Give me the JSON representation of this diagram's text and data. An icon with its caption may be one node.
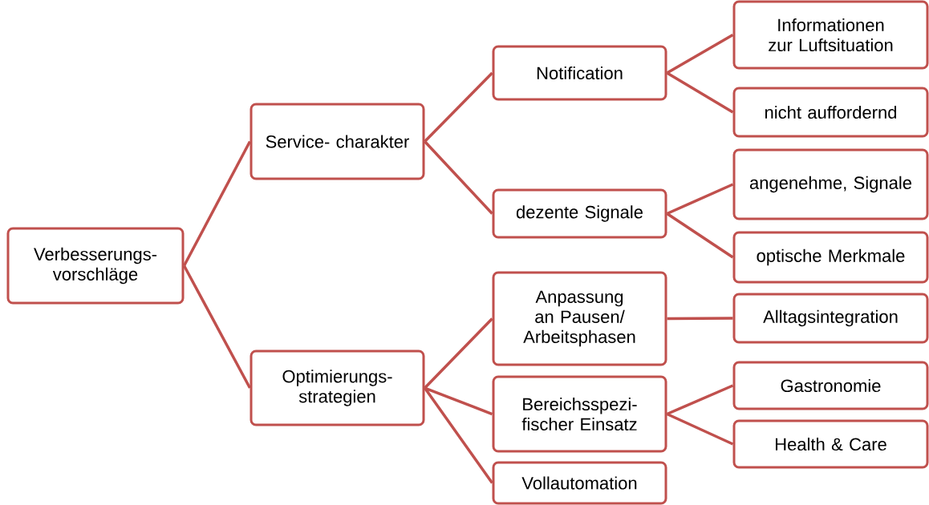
{
  "diagram": {
    "nodes": [
      {
        "text": [
          "Verbesserungs- vorschläge"
        ]
      },
      {
        "text": [
          "Service- charakter"
        ]
      },
      {
        "text": [
          "Optimierungs- strategien"
        ]
      },
      {
        "text": [
          "Notification"
        ]
      },
      {
        "text": [
          "dezente Signale"
        ]
      },
      {
        "text": [
          "Anpassung an Pausen/ Arbeitsphasen"
        ]
      },
      {
        "text": [
          "Bereichsspezi- fischer Einsatz"
        ]
      },
      {
        "text": [
          "Vollautomation"
        ]
      },
      {
        "text": [
          "Informationen zur Luftsituation"
        ]
      },
      {
        "text": [
          "nicht auffordernd"
        ]
      },
      {
        "text": [
          "angenehme, Signale"
        ]
      },
      {
        "text": [
          "optische Merkmale"
        ]
      },
      {
        "text": [
          "Alltagsintegration"
        ]
      },
      {
        "text": [
          "Gastronomie"
        ]
      },
      {
        "text": [
          "Health & Care"
        ]
      }
    ],
    "edges": [
      {
        "from": 0,
        "to": 1,
        "arrow": "none"
      },
      {
        "from": 0,
        "to": 2,
        "arrow": "none"
      },
      {
        "from": 1,
        "to": 3,
        "arrow": "none"
      },
      {
        "from": 1,
        "to": 4,
        "arrow": "none"
      },
      {
        "from": 2,
        "to": 5,
        "arrow": "none"
      },
      {
        "from": 2,
        "to": 6,
        "arrow": "none"
      },
      {
        "from": 2,
        "to": 7,
        "arrow": "none"
      },
      {
        "from": 3,
        "to": 8,
        "arrow": "none"
      },
      {
        "from": 3,
        "to": 9,
        "arrow": "none"
      },
      {
        "from": 4,
        "to": 10,
        "arrow": "none"
      },
      {
        "from": 4,
        "to": 11,
        "arrow": "none"
      },
      {
        "from": 5,
        "to": 12,
        "arrow": "none"
      },
      {
        "from": 6,
        "to": 13,
        "arrow": "none"
      },
      {
        "from": 6,
        "to": 14,
        "arrow": "none"
      }
    ]
  }
}
